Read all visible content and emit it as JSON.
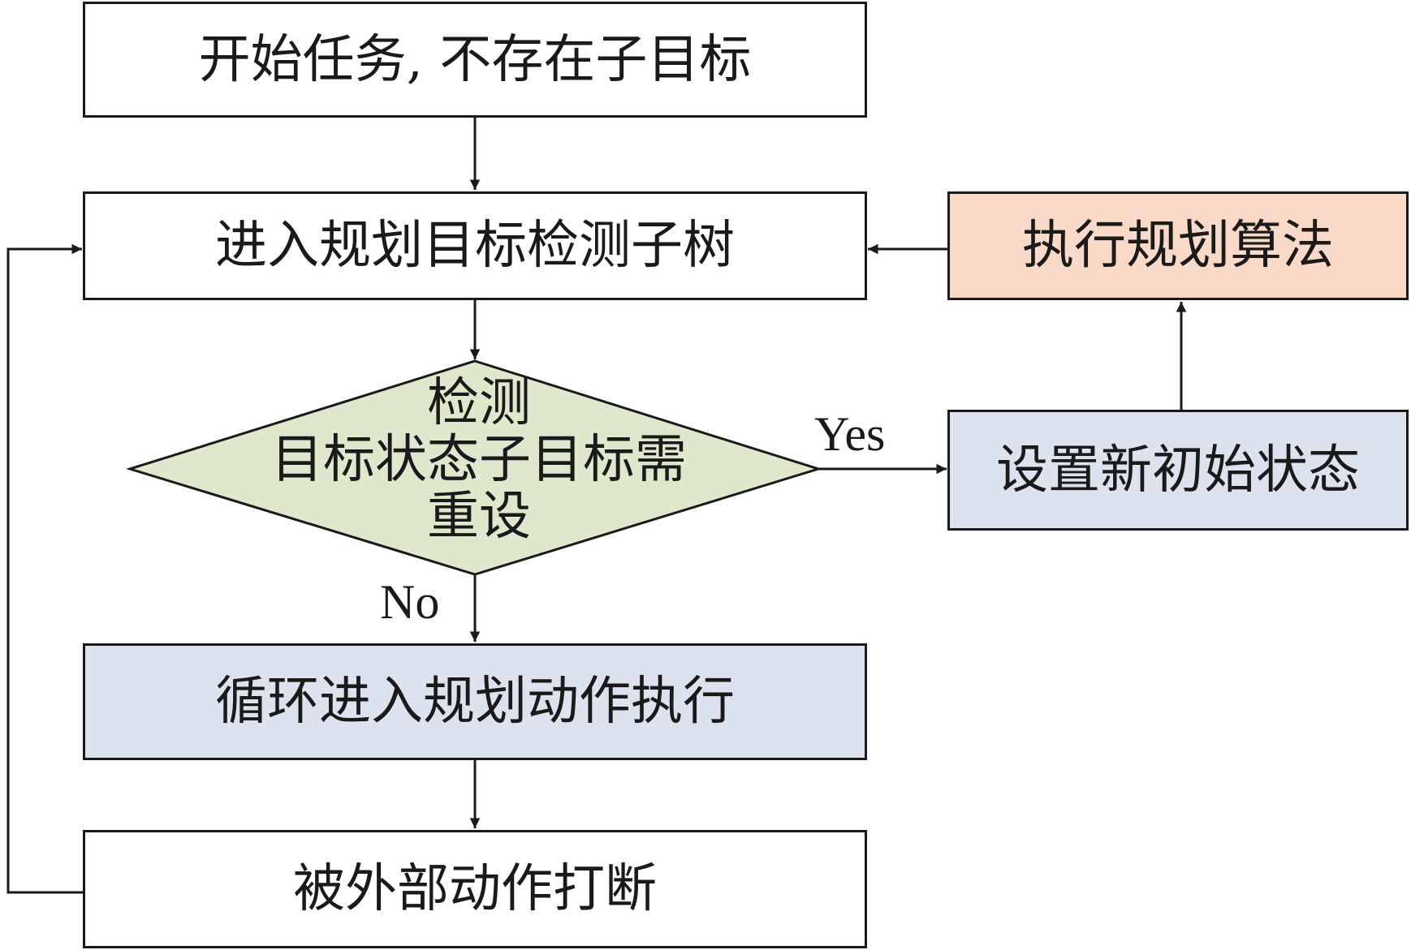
{
  "nodes": {
    "start": "开始任务, 不存在子目标",
    "enter_detect": "进入规划目标检测子树",
    "execute_algorithm": "执行规划算法",
    "decision": [
      "检测",
      "目标状态子目标需",
      "重设"
    ],
    "set_initial": "设置新初始状态",
    "loop_execute": "循环进入规划动作执行",
    "interrupted": "被外部动作打断"
  },
  "edges": {
    "yes_label": "Yes",
    "no_label": "No"
  },
  "colors": {
    "stroke": "#1a1a1a",
    "decision_fill": "#dfe7cc",
    "blue_fill": "#dce3ee",
    "orange_fill": "#f9d9c7"
  }
}
